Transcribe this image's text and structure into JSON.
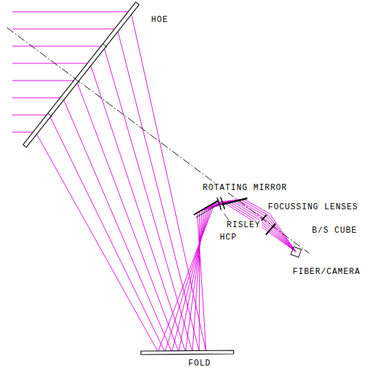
{
  "diagram": {
    "labels": [
      "HOE",
      "ROTATING MIRROR",
      "FOCUSSING LENSES",
      "B/S CUBE",
      "RISLEY",
      "HCP",
      "FIBER/CAMERA",
      "FOLD"
    ]
  }
}
